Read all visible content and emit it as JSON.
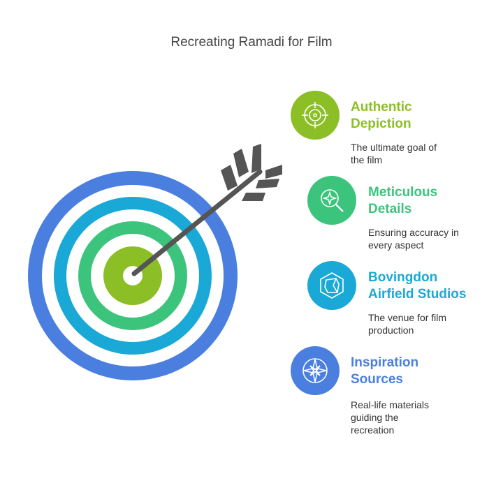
{
  "title": "Recreating Ramadi for Film",
  "colors": {
    "green_light": "#8cbf26",
    "green": "#3cc47c",
    "teal": "#1aa9d6",
    "blue": "#4a7fe0",
    "arrow": "#555555"
  },
  "items": [
    {
      "title_line1": "Authentic",
      "title_line2": "Depiction",
      "desc_line1": "The ultimate goal of",
      "desc_line2": "the film",
      "desc_line3": "",
      "icon": "target-crosshair-icon",
      "color": "#8cbf26"
    },
    {
      "title_line1": "Meticulous",
      "title_line2": "Details",
      "desc_line1": "Ensuring accuracy in",
      "desc_line2": "every aspect",
      "desc_line3": "",
      "icon": "magnifier-sparkle-icon",
      "color": "#3cc47c"
    },
    {
      "title_line1": "Bovingdon",
      "title_line2": "Airfield Studios",
      "desc_line1": "The venue for film",
      "desc_line2": "production",
      "desc_line3": "",
      "icon": "hexagon-cube-icon",
      "color": "#1aa9d6"
    },
    {
      "title_line1": "Inspiration",
      "title_line2": "Sources",
      "desc_line1": "Real-life materials",
      "desc_line2": "guiding the",
      "desc_line3": "recreation",
      "icon": "compass-star-icon",
      "color": "#4a7fe0"
    }
  ]
}
